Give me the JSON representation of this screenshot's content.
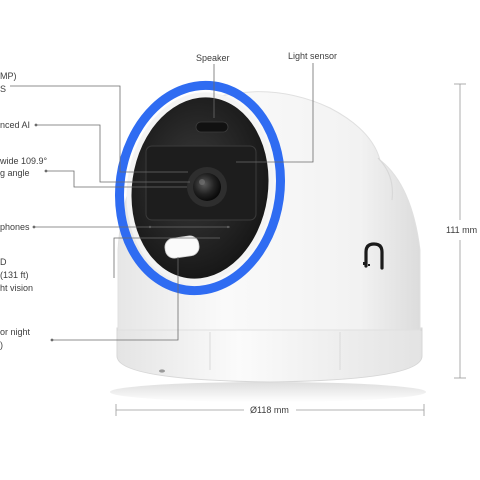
{
  "callouts": {
    "speaker": "Speaker",
    "light_sensor": "Light sensor",
    "sensor_line1": "MP)",
    "sensor_line2": "S",
    "ai": "nced AI",
    "fov_line1": "wide 109.9°",
    "fov_line2": "g angle",
    "mics": "phones",
    "ir_line1": "D",
    "ir_line2": "(131 ft)",
    "ir_line3": "ht vision",
    "night_line1": "or night",
    "night_line2": ")"
  },
  "dimensions": {
    "height": "111 mm",
    "diameter": "Ø118 mm"
  },
  "colors": {
    "ring": "#2f6cf2",
    "body": "#f1f1f1",
    "lens_panel": "#2a2a2a",
    "leader": "#6b6b6b"
  },
  "icons": {
    "brand": "ubiquiti-u-logo"
  }
}
